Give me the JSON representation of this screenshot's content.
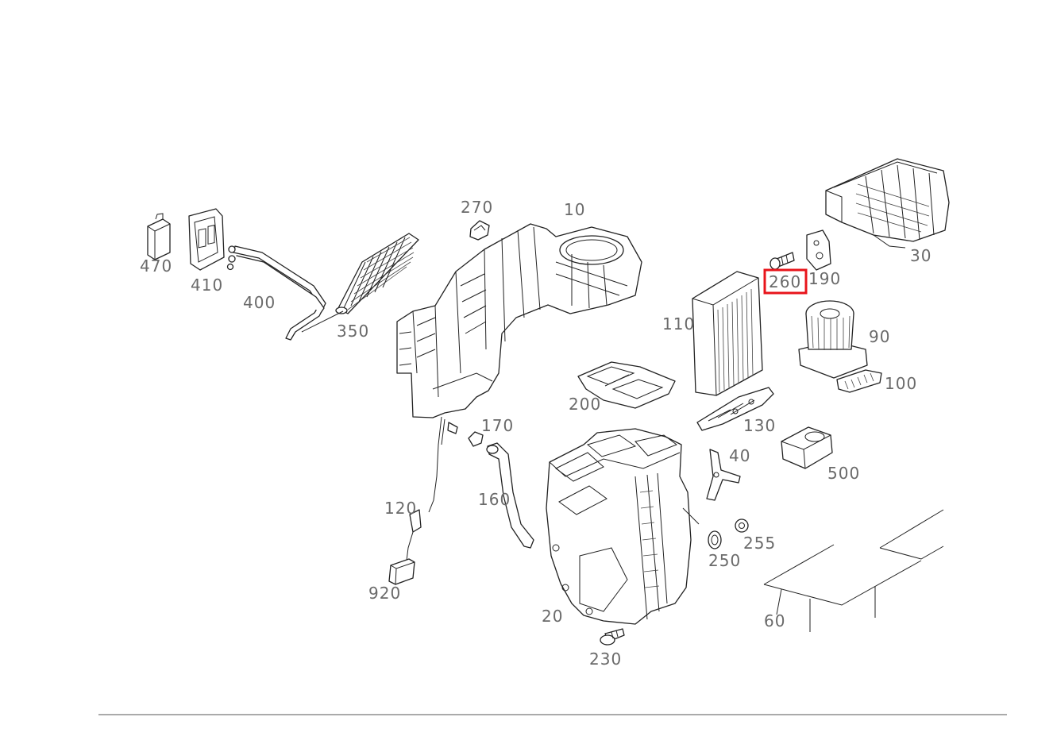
{
  "highlight": {
    "part": "260",
    "color": "#e8141b"
  },
  "colors": {
    "line": "#222222",
    "label": "#6a6a6a",
    "background": "#ffffff"
  },
  "parts": {
    "p10": "10",
    "p20": "20",
    "p30": "30",
    "p40": "40",
    "p60": "60",
    "p90": "90",
    "p100": "100",
    "p110": "110",
    "p120": "120",
    "p130": "130",
    "p160": "160",
    "p170": "170",
    "p190": "190",
    "p200": "200",
    "p230": "230",
    "p250": "250",
    "p255": "255",
    "p260": "260",
    "p270": "270",
    "p350": "350",
    "p400": "400",
    "p410": "410",
    "p470": "470",
    "p500": "500",
    "p920": "920"
  }
}
